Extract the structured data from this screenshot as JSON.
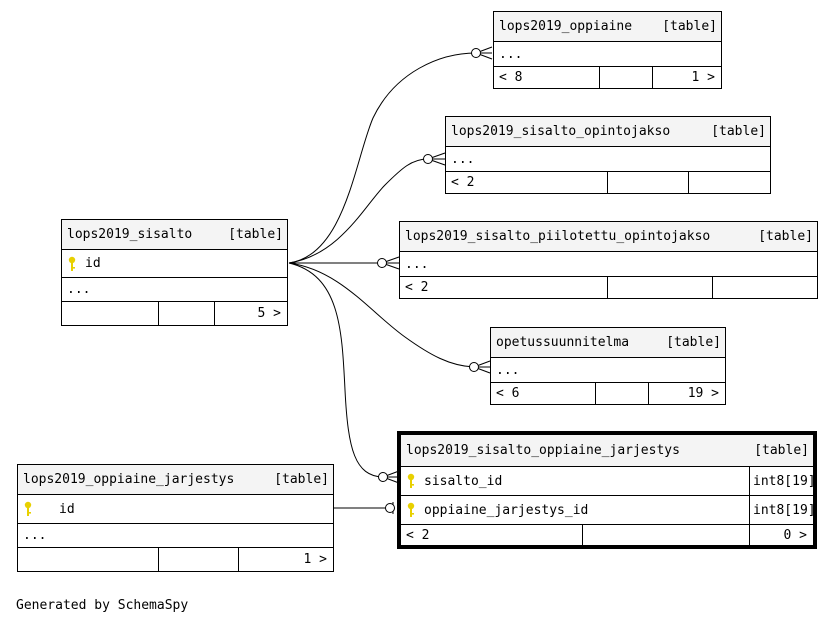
{
  "tables": {
    "oppiaine": {
      "name": "lops2019_oppiaine",
      "kind": "[table]",
      "rows": [
        "..."
      ],
      "footer": [
        "< 8",
        "",
        "1 >"
      ]
    },
    "sisalto_opintojakso": {
      "name": "lops2019_sisalto_opintojakso",
      "kind": "[table]",
      "rows": [
        "..."
      ],
      "footer": [
        "< 2",
        "",
        ""
      ]
    },
    "piilotettu": {
      "name": "lops2019_sisalto_piilotettu_opintojakso",
      "kind": "[table]",
      "rows": [
        "..."
      ],
      "footer": [
        "< 2",
        "",
        ""
      ]
    },
    "sisalto": {
      "name": "lops2019_sisalto",
      "kind": "[table]",
      "key_column": "id",
      "rows": [
        "..."
      ],
      "footer": [
        "",
        "",
        "5 >"
      ]
    },
    "opetussuunnitelma": {
      "name": "opetussuunnitelma",
      "kind": "[table]",
      "rows": [
        "..."
      ],
      "footer": [
        "< 6",
        "",
        "19 >"
      ]
    },
    "jarjestys_link": {
      "name": "lops2019_sisalto_oppiaine_jarjestys",
      "kind": "[table]",
      "columns": [
        {
          "name": "sisalto_id",
          "type": "int8[19]"
        },
        {
          "name": "oppiaine_jarjestys_id",
          "type": "int8[19]"
        }
      ],
      "footer": [
        "< 2",
        "",
        "0 >"
      ]
    },
    "oppiaine_jarjestys": {
      "name": "lops2019_oppiaine_jarjestys",
      "kind": "[table]",
      "key_column": "id",
      "rows": [
        "..."
      ],
      "footer": [
        "",
        "",
        "1 >"
      ]
    }
  },
  "key_icon_color": "#e8d000",
  "generated_by": "Generated by SchemaSpy"
}
